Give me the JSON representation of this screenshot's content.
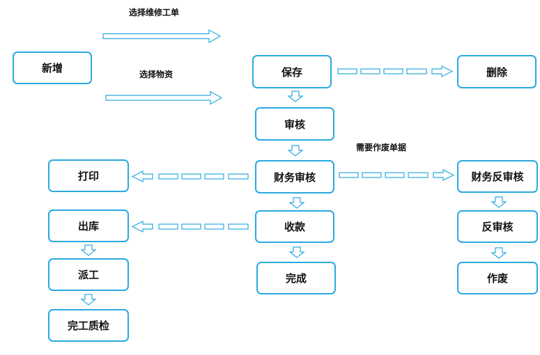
{
  "colors": {
    "border": "#29a9e0",
    "arrow": "#29a9e0",
    "text": "#111111"
  },
  "nodes": {
    "add": "新增",
    "save": "保存",
    "delete": "删除",
    "review": "审核",
    "finance_review": "财务审核",
    "print": "打印",
    "finance_unreview": "财务反审核",
    "stock_out": "出库",
    "collect": "收款",
    "unreview": "反审核",
    "dispatch": "派工",
    "complete": "完成",
    "void": "作废",
    "qc": "完工质检"
  },
  "labels": {
    "select_order": "选择维修工单",
    "select_material": "选择物资",
    "need_void": "需要作废单据"
  }
}
